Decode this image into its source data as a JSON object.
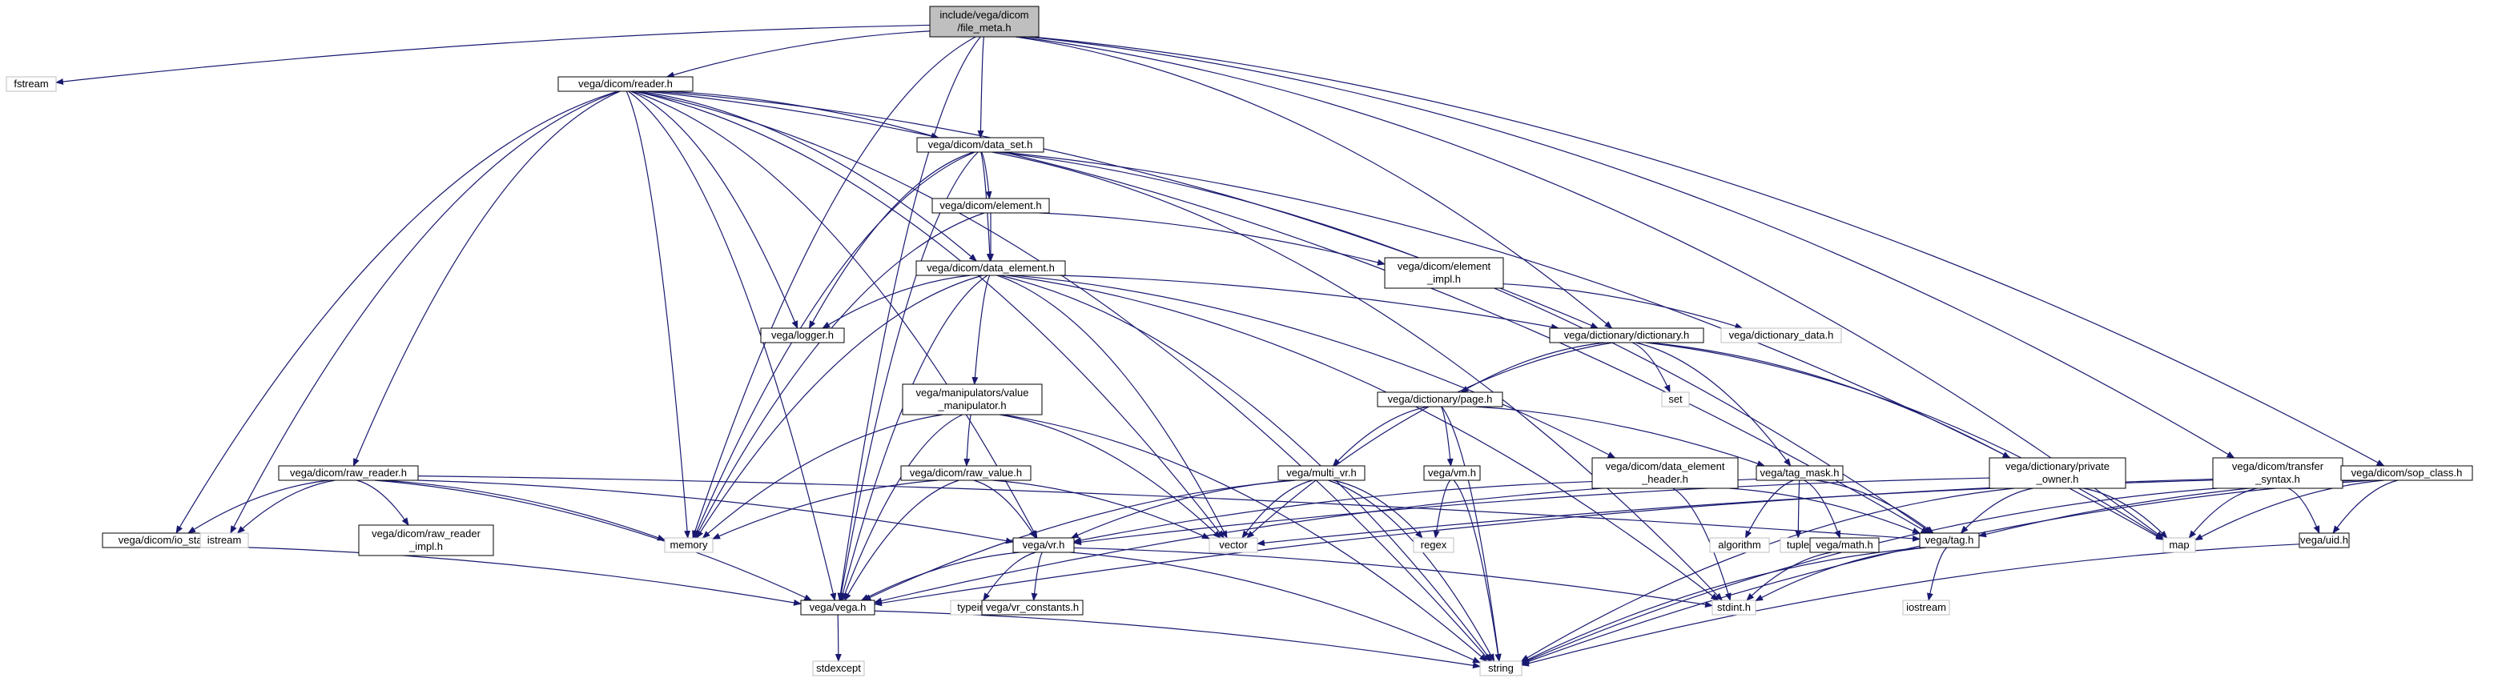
{
  "colors": {
    "edge": "#191970",
    "node_border": "#000000",
    "external_border": "#bfbfbf",
    "root_fill": "#bfbfbf",
    "node_fill": "#ffffff",
    "external_text": "#000000"
  },
  "nodes": [
    {
      "id": "root",
      "lines": [
        "include/vega/dicom",
        "/file_meta.h"
      ],
      "kind": "root"
    },
    {
      "id": "fstream",
      "lines": [
        "fstream"
      ],
      "kind": "external"
    },
    {
      "id": "reader",
      "lines": [
        "vega/dicom/reader.h"
      ],
      "kind": "header"
    },
    {
      "id": "data_set",
      "lines": [
        "vega/dicom/data_set.h"
      ],
      "kind": "header"
    },
    {
      "id": "element",
      "lines": [
        "vega/dicom/element.h"
      ],
      "kind": "header"
    },
    {
      "id": "element_impl",
      "lines": [
        "vega/dicom/element",
        "_impl.h"
      ],
      "kind": "header"
    },
    {
      "id": "data_element",
      "lines": [
        "vega/dicom/data_element.h"
      ],
      "kind": "header"
    },
    {
      "id": "logger",
      "lines": [
        "vega/logger.h"
      ],
      "kind": "header"
    },
    {
      "id": "dictionary_data",
      "lines": [
        "vega/dictionary_data.h"
      ],
      "kind": "external"
    },
    {
      "id": "dictionary",
      "lines": [
        "vega/dictionary/dictionary.h"
      ],
      "kind": "header"
    },
    {
      "id": "set",
      "lines": [
        "set"
      ],
      "kind": "external"
    },
    {
      "id": "page",
      "lines": [
        "vega/dictionary/page.h"
      ],
      "kind": "header"
    },
    {
      "id": "manip",
      "lines": [
        "vega/manipulators/value",
        "_manipulator.h"
      ],
      "kind": "header"
    },
    {
      "id": "raw_reader",
      "lines": [
        "vega/dicom/raw_reader.h"
      ],
      "kind": "header"
    },
    {
      "id": "raw_value",
      "lines": [
        "vega/dicom/raw_value.h"
      ],
      "kind": "header"
    },
    {
      "id": "multi_vr",
      "lines": [
        "vega/multi_vr.h"
      ],
      "kind": "header"
    },
    {
      "id": "vm",
      "lines": [
        "vega/vm.h"
      ],
      "kind": "header"
    },
    {
      "id": "de_header",
      "lines": [
        "vega/dicom/data_element",
        "_header.h"
      ],
      "kind": "header"
    },
    {
      "id": "tag_mask",
      "lines": [
        "vega/tag_mask.h"
      ],
      "kind": "header"
    },
    {
      "id": "private_owner",
      "lines": [
        "vega/dictionary/private",
        "_owner.h"
      ],
      "kind": "header"
    },
    {
      "id": "transfer_syntax",
      "lines": [
        "vega/dicom/transfer",
        "_syntax.h"
      ],
      "kind": "header"
    },
    {
      "id": "sop_class",
      "lines": [
        "vega/dicom/sop_class.h"
      ],
      "kind": "header"
    },
    {
      "id": "io_state",
      "lines": [
        "vega/dicom/io_state.h"
      ],
      "kind": "header"
    },
    {
      "id": "istream",
      "lines": [
        "istream"
      ],
      "kind": "external"
    },
    {
      "id": "raw_reader_impl",
      "lines": [
        "vega/dicom/raw_reader",
        "_impl.h"
      ],
      "kind": "header"
    },
    {
      "id": "memory",
      "lines": [
        "memory"
      ],
      "kind": "external"
    },
    {
      "id": "vr",
      "lines": [
        "vega/vr.h"
      ],
      "kind": "header"
    },
    {
      "id": "vector",
      "lines": [
        "vector"
      ],
      "kind": "external"
    },
    {
      "id": "regex",
      "lines": [
        "regex"
      ],
      "kind": "external"
    },
    {
      "id": "algorithm",
      "lines": [
        "algorithm"
      ],
      "kind": "external"
    },
    {
      "id": "tuple",
      "lines": [
        "tuple"
      ],
      "kind": "external"
    },
    {
      "id": "math",
      "lines": [
        "vega/math.h"
      ],
      "kind": "header"
    },
    {
      "id": "tag",
      "lines": [
        "vega/tag.h"
      ],
      "kind": "header"
    },
    {
      "id": "map",
      "lines": [
        "map"
      ],
      "kind": "external"
    },
    {
      "id": "uid",
      "lines": [
        "vega/uid.h"
      ],
      "kind": "header"
    },
    {
      "id": "vega",
      "lines": [
        "vega/vega.h"
      ],
      "kind": "header"
    },
    {
      "id": "typeinfo",
      "lines": [
        "typeinfo"
      ],
      "kind": "external"
    },
    {
      "id": "vr_constants",
      "lines": [
        "vega/vr_constants.h"
      ],
      "kind": "header"
    },
    {
      "id": "stdint",
      "lines": [
        "stdint.h"
      ],
      "kind": "external"
    },
    {
      "id": "iostream",
      "lines": [
        "iostream"
      ],
      "kind": "external"
    },
    {
      "id": "stdexcept",
      "lines": [
        "stdexcept"
      ],
      "kind": "external"
    },
    {
      "id": "string",
      "lines": [
        "string"
      ],
      "kind": "external"
    }
  ],
  "edges": [
    [
      "root",
      "fstream"
    ],
    [
      "root",
      "reader"
    ],
    [
      "root",
      "data_set"
    ],
    [
      "root",
      "dictionary"
    ],
    [
      "root",
      "transfer_syntax"
    ],
    [
      "root",
      "sop_class"
    ],
    [
      "root",
      "map"
    ],
    [
      "root",
      "vega"
    ],
    [
      "root",
      "memory"
    ],
    [
      "reader",
      "data_set"
    ],
    [
      "reader",
      "data_element"
    ],
    [
      "reader",
      "logger"
    ],
    [
      "reader",
      "raw_reader"
    ],
    [
      "reader",
      "io_state"
    ],
    [
      "reader",
      "istream"
    ],
    [
      "reader",
      "memory"
    ],
    [
      "reader",
      "vega"
    ],
    [
      "reader",
      "string"
    ],
    [
      "reader",
      "vector"
    ],
    [
      "reader",
      "tag"
    ],
    [
      "reader",
      "vr"
    ],
    [
      "reader",
      "dictionary"
    ],
    [
      "data_set",
      "element"
    ],
    [
      "data_set",
      "data_element"
    ],
    [
      "data_set",
      "logger"
    ],
    [
      "data_set",
      "memory"
    ],
    [
      "data_set",
      "vega"
    ],
    [
      "data_set",
      "tag"
    ],
    [
      "data_set",
      "map"
    ],
    [
      "data_set",
      "stdint"
    ],
    [
      "element",
      "element_impl"
    ],
    [
      "element",
      "data_element"
    ],
    [
      "element",
      "memory"
    ],
    [
      "element_impl",
      "dictionary_data"
    ],
    [
      "data_element",
      "logger"
    ],
    [
      "data_element",
      "dictionary"
    ],
    [
      "data_element",
      "manip"
    ],
    [
      "data_element",
      "de_header"
    ],
    [
      "data_element",
      "vega"
    ],
    [
      "data_element",
      "vector"
    ],
    [
      "data_element",
      "memory"
    ],
    [
      "data_element",
      "string"
    ],
    [
      "data_element",
      "stdint"
    ],
    [
      "dictionary",
      "set"
    ],
    [
      "dictionary",
      "page"
    ],
    [
      "dictionary",
      "private_owner"
    ],
    [
      "dictionary",
      "tag_mask"
    ],
    [
      "dictionary",
      "map"
    ],
    [
      "dictionary",
      "vector"
    ],
    [
      "page",
      "vm"
    ],
    [
      "page",
      "multi_vr"
    ],
    [
      "page",
      "tag_mask"
    ],
    [
      "page",
      "string"
    ],
    [
      "manip",
      "raw_value"
    ],
    [
      "manip",
      "memory"
    ],
    [
      "manip",
      "vega"
    ],
    [
      "manip",
      "vector"
    ],
    [
      "manip",
      "string"
    ],
    [
      "raw_reader",
      "io_state"
    ],
    [
      "raw_reader",
      "istream"
    ],
    [
      "raw_reader",
      "raw_reader_impl"
    ],
    [
      "raw_reader",
      "memory"
    ],
    [
      "raw_reader",
      "vega"
    ],
    [
      "raw_reader",
      "vr"
    ],
    [
      "raw_reader",
      "tag"
    ],
    [
      "raw_value",
      "memory"
    ],
    [
      "raw_value",
      "vr"
    ],
    [
      "raw_value",
      "vega"
    ],
    [
      "raw_value",
      "vector"
    ],
    [
      "multi_vr",
      "vr"
    ],
    [
      "multi_vr",
      "vector"
    ],
    [
      "multi_vr",
      "regex"
    ],
    [
      "multi_vr",
      "string"
    ],
    [
      "multi_vr",
      "vega"
    ],
    [
      "vm",
      "regex"
    ],
    [
      "vm",
      "string"
    ],
    [
      "de_header",
      "tag"
    ],
    [
      "de_header",
      "vr"
    ],
    [
      "de_header",
      "stdint"
    ],
    [
      "tag_mask",
      "tag"
    ],
    [
      "tag_mask",
      "math"
    ],
    [
      "tag_mask",
      "algorithm"
    ],
    [
      "tag_mask",
      "tuple"
    ],
    [
      "tag_mask",
      "vega"
    ],
    [
      "private_owner",
      "tag"
    ],
    [
      "private_owner",
      "map"
    ],
    [
      "private_owner",
      "string"
    ],
    [
      "private_owner",
      "vr"
    ],
    [
      "transfer_syntax",
      "uid"
    ],
    [
      "transfer_syntax",
      "map"
    ],
    [
      "transfer_syntax",
      "vega"
    ],
    [
      "transfer_syntax",
      "string"
    ],
    [
      "sop_class",
      "uid"
    ],
    [
      "sop_class",
      "map"
    ],
    [
      "sop_class",
      "tag"
    ],
    [
      "sop_class",
      "string"
    ],
    [
      "sop_class",
      "vector"
    ],
    [
      "io_state",
      "vega"
    ],
    [
      "vr",
      "vega"
    ],
    [
      "vr",
      "typeinfo"
    ],
    [
      "vr",
      "vr_constants"
    ],
    [
      "vr",
      "string"
    ],
    [
      "vr",
      "stdint"
    ],
    [
      "math",
      "stdint"
    ],
    [
      "tag",
      "iostream"
    ],
    [
      "tag",
      "string"
    ],
    [
      "tag",
      "stdint"
    ],
    [
      "uid",
      "string"
    ],
    [
      "vega",
      "stdexcept"
    ],
    [
      "vega",
      "string"
    ]
  ]
}
